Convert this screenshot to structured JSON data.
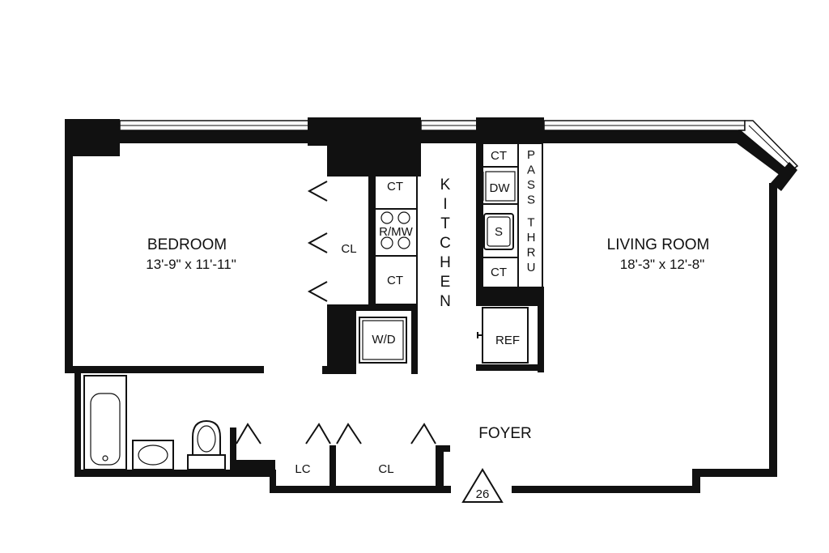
{
  "rooms": {
    "bedroom": {
      "name": "BEDROOM",
      "dims": "13'-9\" x 11'-11\""
    },
    "living": {
      "name": "LIVING ROOM",
      "dims": "18'-3\" x 12'-8\""
    },
    "foyer": {
      "name": "FOYER"
    },
    "kitchen": {
      "name": "KITCHEN",
      "letters": [
        "K",
        "I",
        "T",
        "C",
        "H",
        "E",
        "N"
      ]
    }
  },
  "pass_thru": {
    "letters": [
      "P",
      "A",
      "S",
      "S",
      "T",
      "H",
      "R",
      "U"
    ]
  },
  "fixtures": {
    "ct_top_left": "CT",
    "rmw": "R/MW",
    "ct_bottom_left": "CT",
    "wd": "W/D",
    "ct_top_right": "CT",
    "dw": "DW",
    "sink": "S",
    "ct_bottom_right": "CT",
    "ref": "REF",
    "bedroom_closet": "CL",
    "linen_closet": "LC",
    "foyer_closet": "CL"
  },
  "unit": {
    "number": "26"
  },
  "colors": {
    "wall": "#111111",
    "background": "#ffffff"
  }
}
